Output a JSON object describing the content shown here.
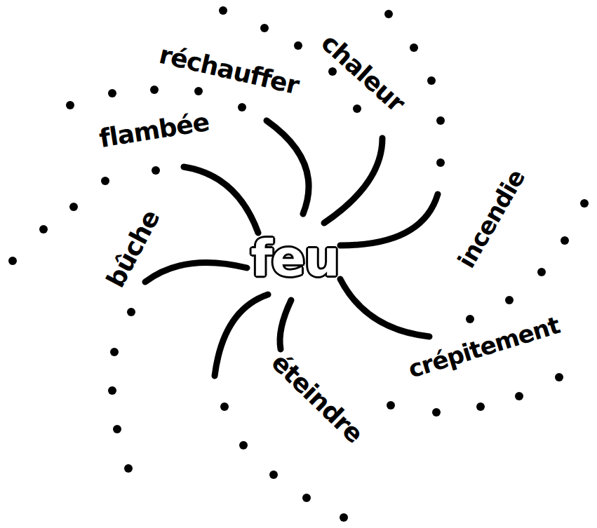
{
  "diagram": {
    "labels": [
      "feu",
      "chaleur",
      "réchauffer",
      "flambée",
      "bûche",
      "incendie",
      "crépitement",
      "éteindre"
    ]
  }
}
